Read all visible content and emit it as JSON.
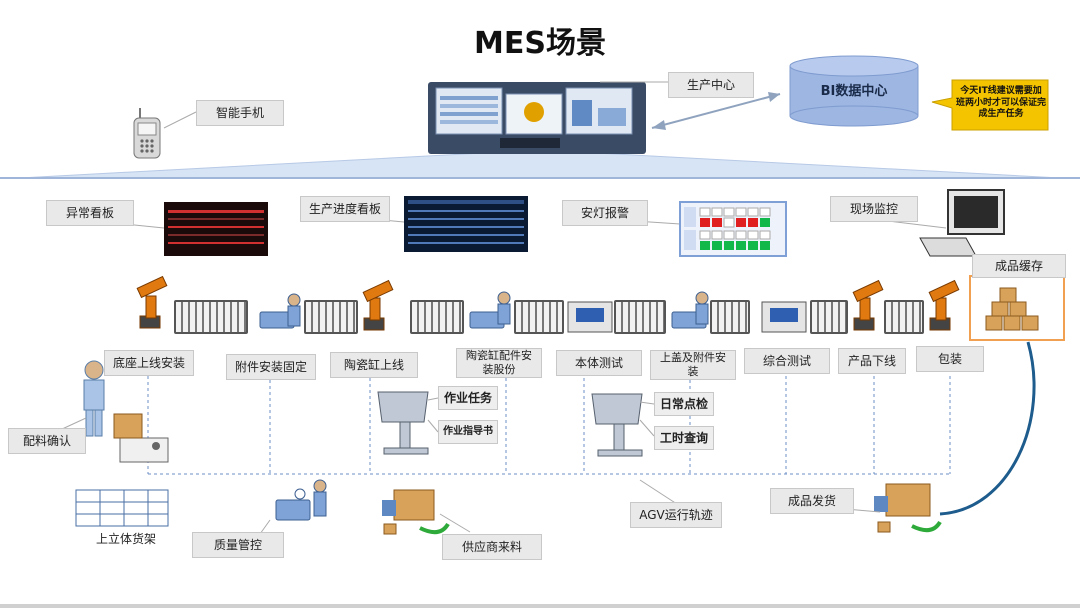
{
  "title": "MES场景",
  "top": {
    "smartphone": "智能手机",
    "production_center": "生产中心",
    "bi_center": "BI数据中心",
    "note": "今天IT线建议需要加班两小时才可以保证完成生产任务"
  },
  "boards": {
    "exception": "异常看板",
    "progress": "生产进度看板",
    "andon": "安灯报警",
    "monitor": "现场监控"
  },
  "stations": [
    "底座上线安装",
    "附件安装固定",
    "陶瓷缸上线",
    "陶瓷缸配件安装股份",
    "本体测试",
    "上盖及附件安装",
    "综合测试",
    "产品下线",
    "包装"
  ],
  "finished_goods_cache": "成品缓存",
  "kiosk1": {
    "task": "作业任务",
    "guide": "作业指导书"
  },
  "kiosk2": {
    "check": "日常点检",
    "hours": "工时查询"
  },
  "bottom": {
    "material_confirm": "配料确认",
    "shelf": "上立体货架",
    "quality": "质量管控",
    "supplier": "供应商来料",
    "agv": "AGV运行轨迹",
    "shipping": "成品发货"
  },
  "colors": {
    "note_bg": "#f5c400",
    "bi_cylinder": "#9db6e2",
    "andon_red": "#e02020",
    "andon_green": "#12b84a"
  }
}
